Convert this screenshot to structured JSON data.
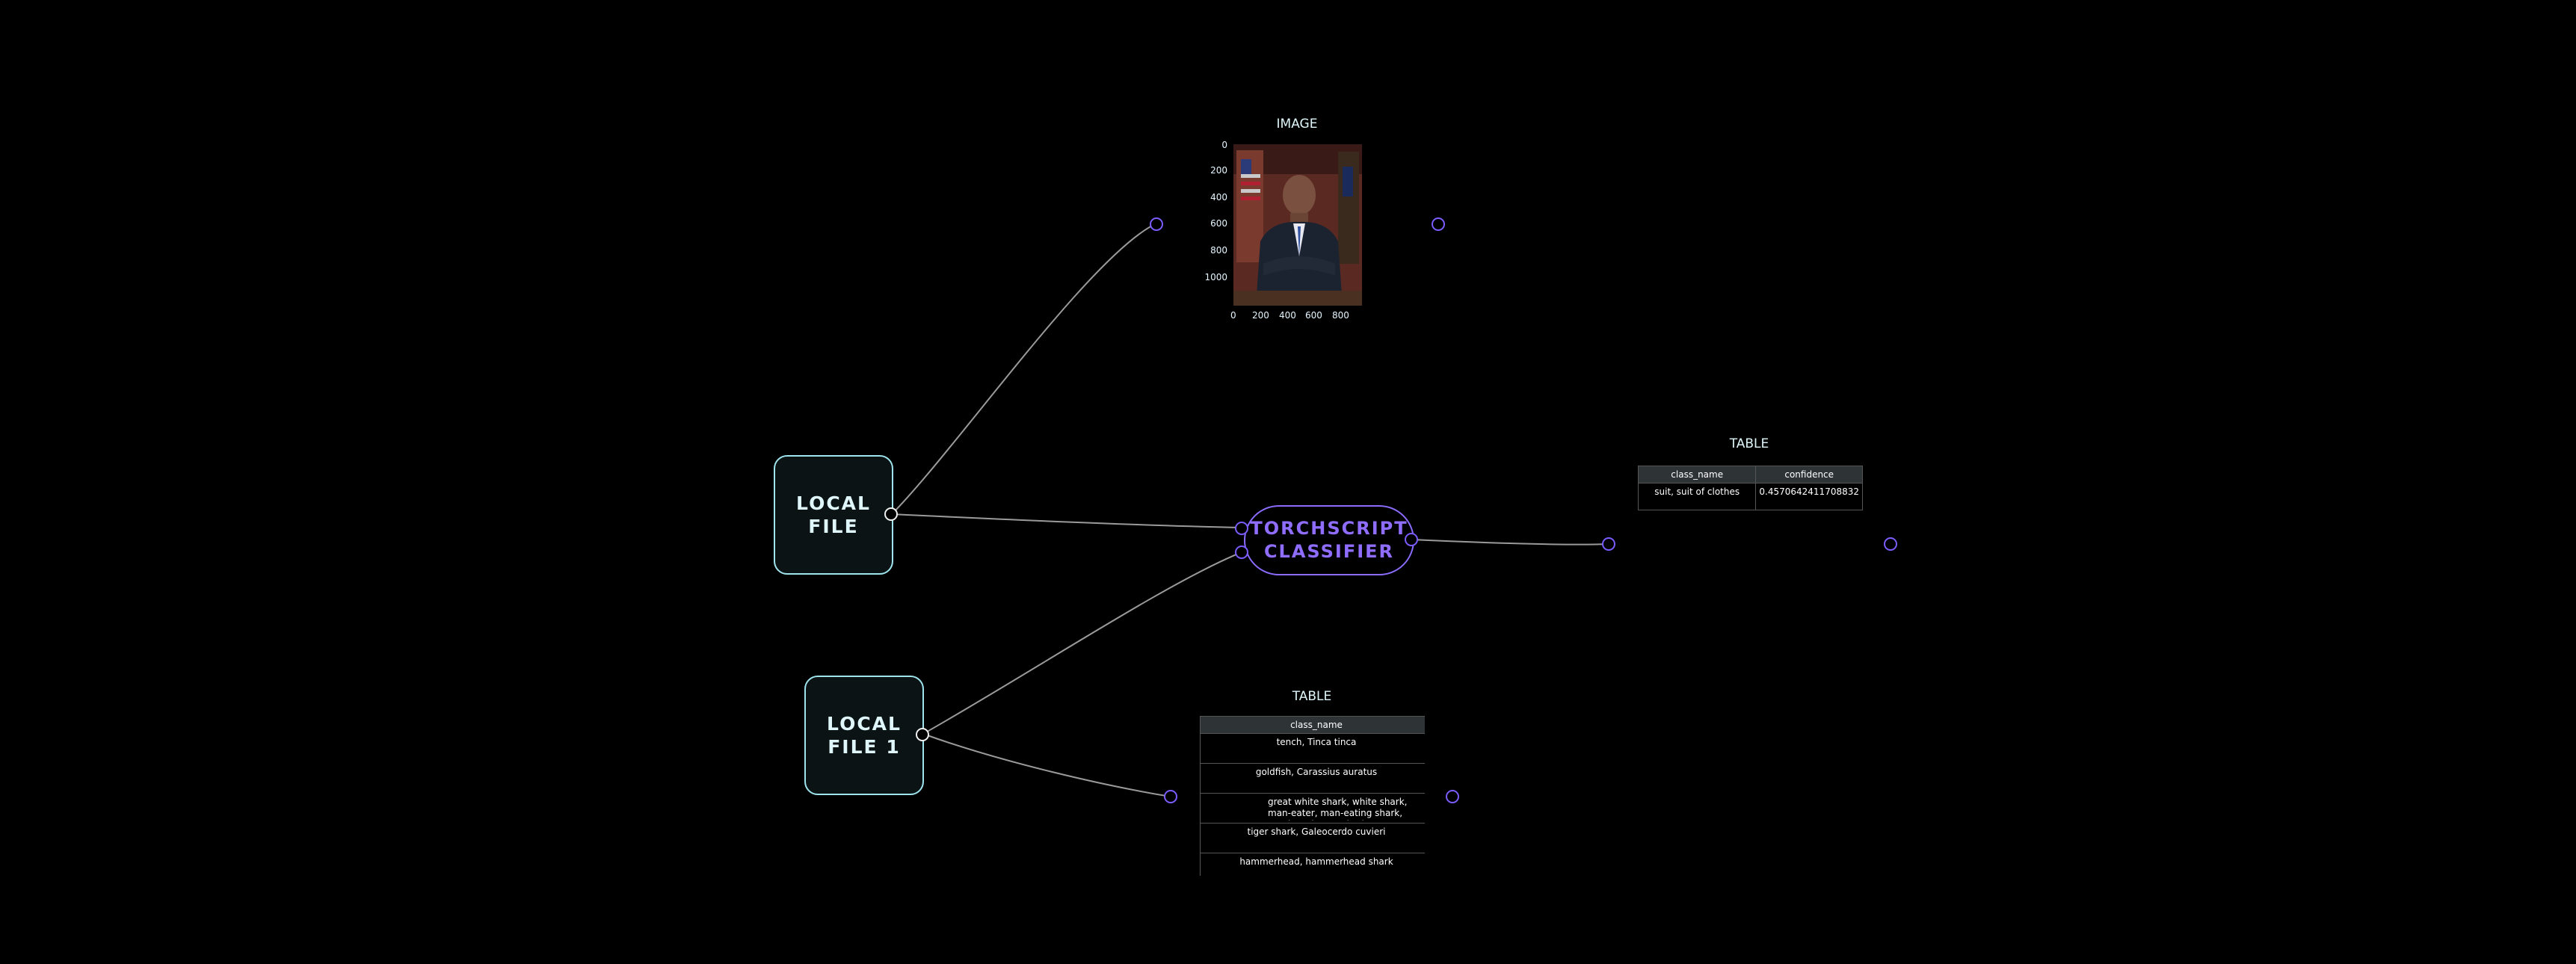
{
  "nodes": {
    "local_file": {
      "label": "LOCAL\nFILE"
    },
    "local_file_1": {
      "label": "LOCAL\nFILE 1"
    },
    "classifier": {
      "label": "TORCHSCRIPT\nCLASSIFIER"
    }
  },
  "image_panel": {
    "title": "IMAGE",
    "y_ticks": [
      "0",
      "200",
      "400",
      "600",
      "800",
      "1000"
    ],
    "x_ticks": [
      "0",
      "200",
      "400",
      "600",
      "800"
    ]
  },
  "result_table": {
    "title": "TABLE",
    "columns": [
      "class_name",
      "confidence"
    ],
    "rows": [
      [
        "suit, suit of clothes",
        "0.4570642411708832"
      ]
    ]
  },
  "labels_table": {
    "title": "TABLE",
    "columns": [
      "class_name"
    ],
    "rows": [
      "tench, Tinca tinca",
      "goldfish, Carassius auratus",
      "great white shark, white shark, man-eater, man-eating shark, Carcharodon carcharias",
      "tiger shark, Galeocerdo cuvieri",
      "hammerhead, hammerhead shark"
    ]
  },
  "colors": {
    "port_purple": "#7b5cff",
    "node_border": "#9fe3ec",
    "edge": "#9a9a9a"
  }
}
